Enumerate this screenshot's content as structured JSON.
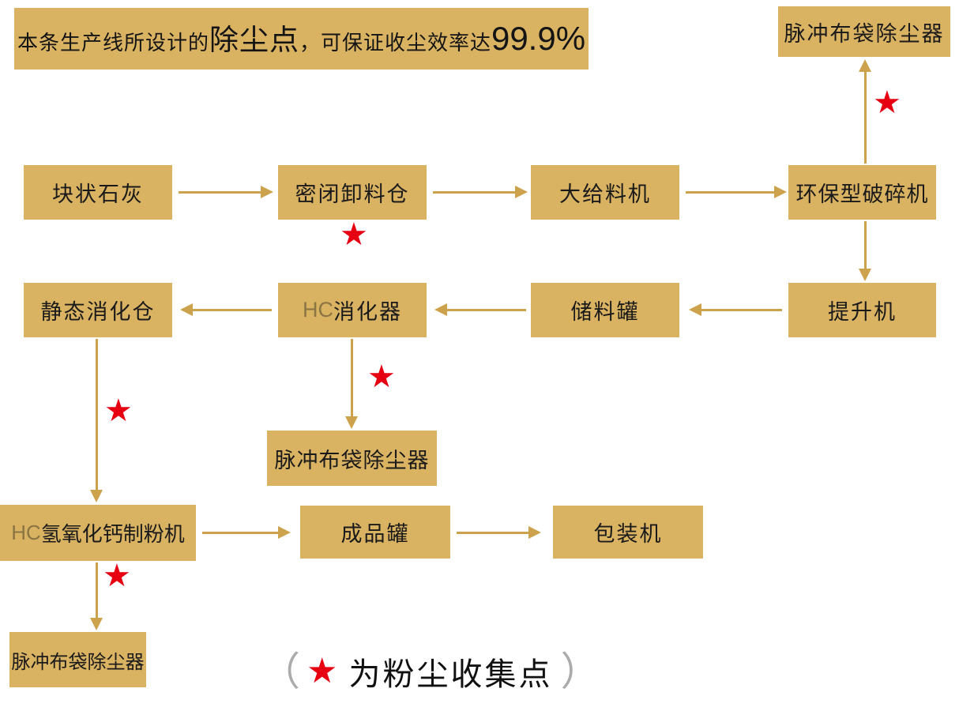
{
  "banner": {
    "part1": "本条生产线所设计的",
    "part2": "除尘点",
    "part3": "，可保证收尘效率达",
    "part4": "99.9%"
  },
  "nodes": {
    "dust_top": "脉冲布袋除尘器",
    "lump_lime": "块状石灰",
    "sealed_bin": "密闭卸料仓",
    "feeder": "大给料机",
    "crusher": "环保型破碎机",
    "static_silo": "静态消化仓",
    "hc_digester_prefix": "HC",
    "hc_digester_label": "消化器",
    "storage_tank": "储料罐",
    "elevator": "提升机",
    "dust_mid": "脉冲布袋除尘器",
    "hc_mill_prefix": "HC",
    "hc_mill_label": "氢氧化钙制粉机",
    "product_tank": "成品罐",
    "packer": "包装机",
    "dust_bottom": "脉冲布袋除尘器"
  },
  "markers": {
    "star": "★"
  },
  "legend": {
    "open": "（",
    "star": "★",
    "label": "为粉尘收集点",
    "close": "）"
  },
  "colors": {
    "gold_box": "#D9B262",
    "arrow_gold": "#CCA24C",
    "star_red": "#E60012",
    "text_black": "#1A1A1A",
    "paren_gray": "#ABABAB"
  }
}
